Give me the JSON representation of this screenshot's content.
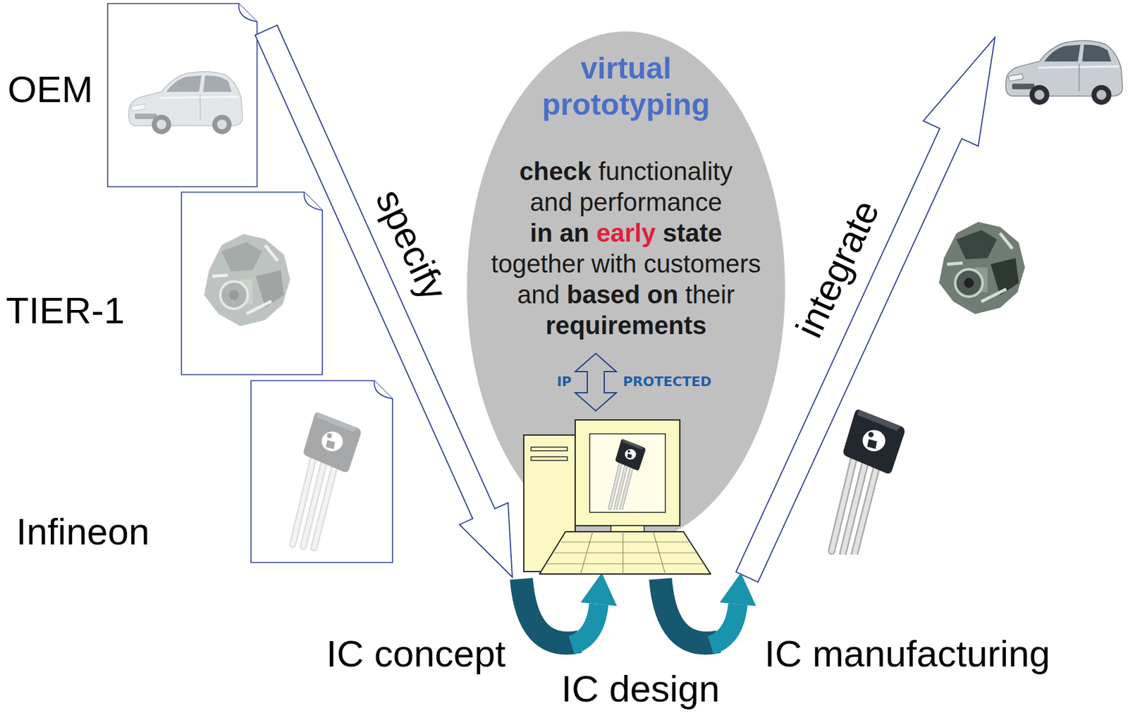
{
  "diagram": {
    "nodes": [
      {
        "text": [
          "virtual prototyping",
          "check functionality and performance in an early state together with customers and based on their requirements"
        ]
      }
    ],
    "labels": [
      "OEM",
      "TIER-1",
      "Infineon",
      "specify",
      "IP",
      "PROTECTED",
      "integrate",
      "IC concept",
      "IC design",
      "IC manufacturing"
    ]
  }
}
